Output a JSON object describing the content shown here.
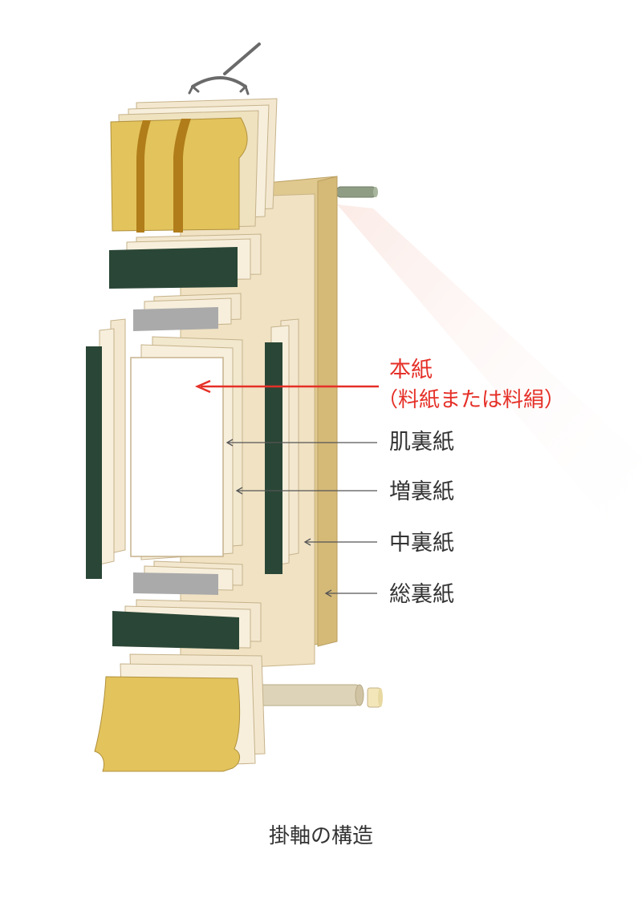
{
  "title": "掛軸の構造",
  "labels": {
    "honshi": "本紙",
    "honshi_note": "（料紙または料絹）",
    "hadaura": "肌裏紙",
    "mashiura": "増裏紙",
    "nakaura": "中裏紙",
    "souura": "総裏紙"
  },
  "colors": {
    "highlight": "#e53028",
    "leader": "#555555",
    "brocade_gold": "#e3c35c",
    "brocade_stripe": "#b07d1a",
    "dark_green": "#2a4636",
    "backing_tan": "#e0c98f",
    "paper_cream": "#f2e8ce",
    "gray_band": "#aaaaaa",
    "roller_green": "#8f9d84",
    "roller_tan": "#ddd3b8"
  }
}
